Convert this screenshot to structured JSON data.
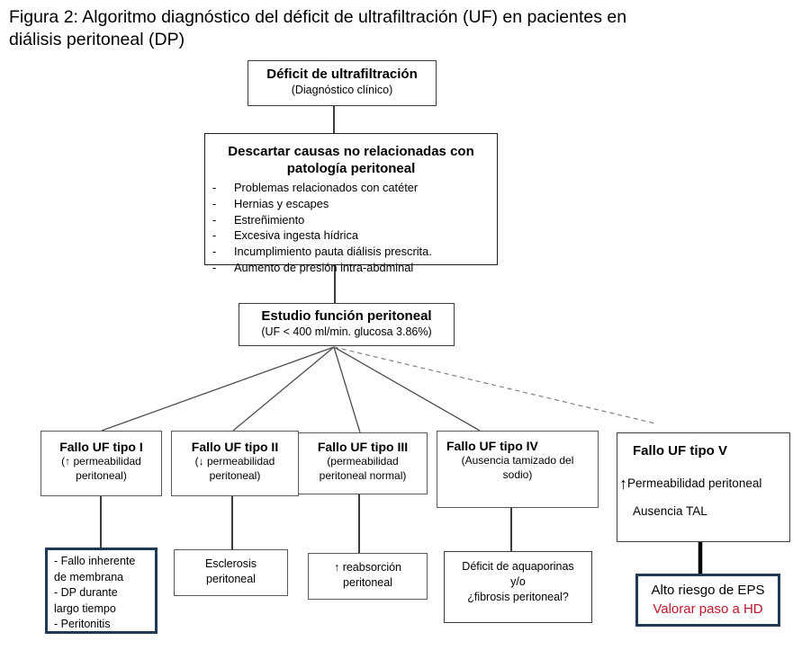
{
  "figure": {
    "title_line1": "Figura 2: Algoritmo diagnóstico del déficit de ultrafiltración (UF) en pacientes en",
    "title_line2": "diálisis peritoneal (DP)"
  },
  "nodes": {
    "deficit": {
      "title": "Déficit de ultrafiltración",
      "subtitle": "(Diagnóstico clínico)"
    },
    "descartar": {
      "title_line1": "Descartar causas no relacionadas con",
      "title_line2": "patología peritoneal",
      "bullet": "-",
      "items": [
        "Problemas relacionados con catéter",
        "Hernias y escapes",
        "Estreñimiento",
        "Excesiva ingesta hídrica",
        "Incumplimiento pauta diálisis prescrita.",
        "Aumento de  presión intra-abdminal"
      ]
    },
    "estudio": {
      "title": "Estudio función peritoneal",
      "subtitle": "(UF < 400 ml/min. glucosa 3.86%)"
    },
    "tipo1": {
      "title": "Fallo UF tipo I",
      "sub_line1": "(↑ permeabilidad",
      "sub_line2": "peritoneal)"
    },
    "tipo2": {
      "title": "Fallo UF tipo II",
      "sub_line1": "(↓ permeabilidad",
      "sub_line2": "peritoneal)"
    },
    "tipo3": {
      "title": "Fallo UF tipo III",
      "sub_line1": "(permeabilidad",
      "sub_line2": "peritoneal normal)"
    },
    "tipo4": {
      "title": "Fallo UF tipo IV",
      "sub_line1": "(Ausencia tamizado del",
      "sub_line2": "sodio)"
    },
    "tipo5": {
      "title": "Fallo UF tipo V",
      "arrow": "↑",
      "line1": "Permeabilidad peritoneal",
      "line2": "Ausencia TAL"
    },
    "res1": {
      "line1": "- Fallo inherente",
      "line2": "de membrana",
      "line3": "- DP durante",
      "line4": "largo tiempo",
      "line5": "- Peritonitis"
    },
    "res2": {
      "line1": "Esclerosis",
      "line2": "peritoneal"
    },
    "res3": {
      "line1": "↑ reabsorción",
      "line2": "peritoneal"
    },
    "res4": {
      "line1": "Déficit de aquaporinas",
      "line2": "y/o",
      "line3": "¿fibrosis peritoneal?"
    },
    "res5": {
      "line1": "Alto riesgo de EPS",
      "line2": "Valorar paso a HD"
    }
  },
  "colors": {
    "accent_navy_border": "#203a56",
    "alert_red_text": "#c0152b",
    "box_border_gray": "#595959",
    "connector_dark": "#1a1a1a",
    "connector_dashed_gray": "#808080"
  }
}
